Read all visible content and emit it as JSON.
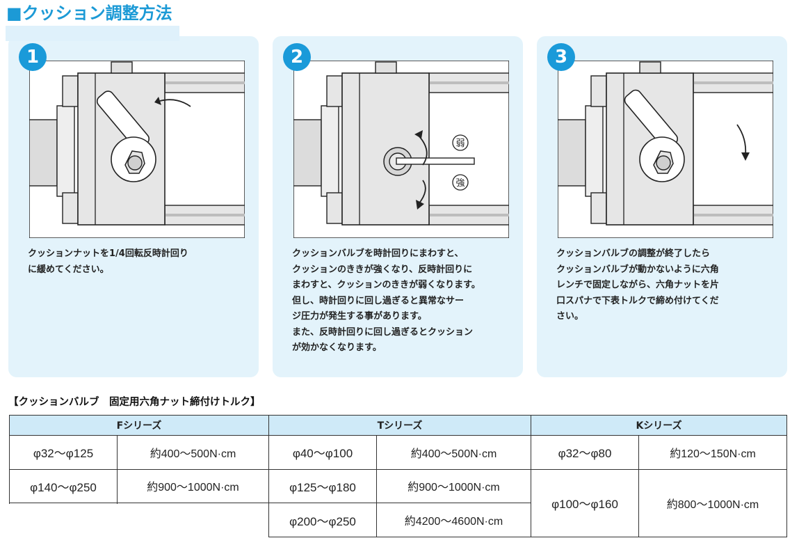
{
  "title": "■クッション調整方法",
  "steps": [
    {
      "number": "1",
      "text": "クッションナットを1/4回転反時計回り\nに緩めてください。"
    },
    {
      "number": "2",
      "weak_label": "弱",
      "strong_label": "強",
      "text": "クッションバルブを時計回りにまわすと、\nクッションのききが強くなり、反時計回りに\nまわすと、クッションのききが弱くなります。\n但し、時計回りに回し過ぎると異常なサー\nジ圧力が発生する事があります。\nまた、反時計回りに回し過ぎるとクッション\nが効かなくなります。"
    },
    {
      "number": "3",
      "text": "クッションバルブの調整が終了したら\nクッションバルブが動かないように六角\nレンチで固定しながら、六角ナットを片\n口スパナで下表トルクで締め付けてくだ\nさい。"
    }
  ],
  "table": {
    "title": "【クッションバルブ　固定用六角ナット締付けトルク】",
    "headers": [
      "Fシリーズ",
      "Tシリーズ",
      "Kシリーズ"
    ],
    "f_series": [
      {
        "size": "φ32～φ125",
        "torque": "約400～500N·cm"
      },
      {
        "size": "φ140～φ250",
        "torque": "約900～1000N·cm"
      }
    ],
    "t_series": [
      {
        "size": "φ40～φ100",
        "torque": "約400～500N·cm"
      },
      {
        "size": "φ125～φ180",
        "torque": "約900～1000N·cm"
      },
      {
        "size": "φ200～φ250",
        "torque": "約4200～4600N·cm"
      }
    ],
    "k_series": [
      {
        "size": "φ32～φ80",
        "torque": "約120～150N·cm"
      },
      {
        "size": "φ100～φ160",
        "torque": "約800～1000N·cm"
      }
    ]
  },
  "colors": {
    "accent": "#1c9ad6",
    "panel_bg": "#e3f3fb",
    "header_bg": "#cfeaf8"
  }
}
